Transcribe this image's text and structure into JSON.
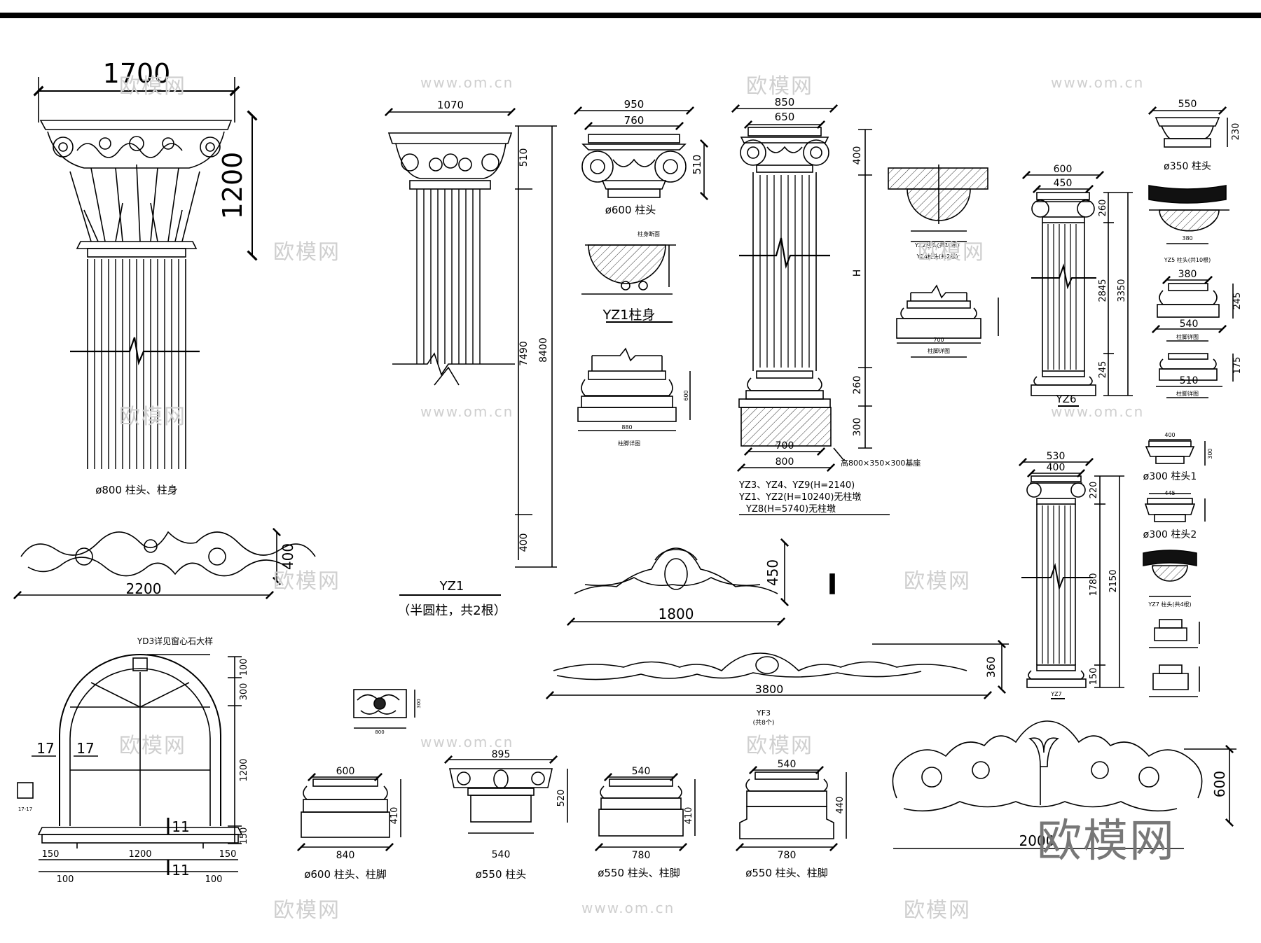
{
  "drawing": {
    "capital_800": {
      "dim_width": "1700",
      "dim_height": "1200",
      "caption": "ø800 柱头、柱身"
    },
    "frieze_2200": {
      "dim_width": "2200",
      "dim_height": "400"
    },
    "yz1": {
      "dim_top": "1070",
      "dim_cap": "510",
      "dim_shaft": "7490",
      "dim_total": "8400",
      "dim_base": "400",
      "title": "YZ1",
      "subtitle": "（半圆柱，共2根）"
    },
    "capital_600": {
      "dim_outer": "950",
      "dim_inner": "760",
      "dim_height": "510",
      "caption": "ø600 柱头"
    },
    "yz1_shaft": {
      "caption": "YZ1柱身",
      "tiny_note": "柱身断面"
    },
    "base_880": {
      "dim_width": "880",
      "dim_height": "600",
      "caption": "柱脚详图"
    },
    "column_main": {
      "dim_outer": "850",
      "dim_inner": "650",
      "dim_cap": "400",
      "dim_h": "H",
      "dim_b1": "260",
      "dim_b2": "300",
      "dim_w1": "700",
      "dim_w2": "800",
      "plinth_note": "高800×350×300基座",
      "note1": "YZ3、YZ4、YZ9(H=2140)",
      "note2": "YZ1、YZ2(H=10240)无柱墩",
      "note3": "YZ8(H=5740)无柱墩"
    },
    "yz2_section": {
      "caption1": "YZ2柱头(共10根)",
      "caption2": "YZ4柱头(共2根)"
    },
    "yz2_base": {
      "dim_width": "700",
      "caption": "柱脚详图"
    },
    "yz6": {
      "dim_outer": "600",
      "dim_inner": "450",
      "dim_cap": "260",
      "dim_mid": "2845",
      "dim_total": "3350",
      "dim_base": "245",
      "title": "YZ6"
    },
    "capital_350": {
      "dim_width": "550",
      "dim_height": "230",
      "caption": "ø350 柱头",
      "section_caption": "YZ5 柱头(共10根)",
      "dim_section": "380"
    },
    "base_540": {
      "dim_w1": "380",
      "dim_w2": "540",
      "dim_h": "245",
      "caption": "柱脚详图"
    },
    "base_510": {
      "dim_w": "510",
      "dim_h": "175",
      "caption": "柱脚详图"
    },
    "yz7": {
      "dim_outer": "530",
      "dim_inner": "400",
      "dim_cap": "220",
      "dim_mid": "1780",
      "dim_total": "2150",
      "dim_base": "150",
      "title": "YZ7"
    },
    "capital_300": {
      "cap1": "ø300 柱头1",
      "cap2": "ø300 柱头2",
      "dim1": "400",
      "dim2": "445",
      "h": "300",
      "sect_caption": "YZ7 柱头(共4根)"
    },
    "keystone_450": {
      "dim_width": "1800",
      "dim_height": "450"
    },
    "yf3": {
      "dim_width": "3800",
      "dim_height": "360",
      "title": "YF3",
      "subtitle": "(共8个)"
    },
    "window": {
      "title": "YD3详见窗心石大样",
      "d100": "100",
      "d300": "300",
      "d1200h": "1200",
      "d150h": "150",
      "d150a": "150",
      "d1200": "1200",
      "d150b": "150",
      "d100a": "100",
      "d100b": "100",
      "sec17a": "17",
      "sec17b": "17",
      "sec11a": "11",
      "sec11b": "11",
      "side_note": "17-17"
    },
    "small_orn": {
      "w": "800",
      "h": "300"
    },
    "base_840": {
      "top": "600",
      "bot": "840",
      "h": "410",
      "caption": "ø600 柱头、柱脚"
    },
    "cap_895": {
      "top": "895",
      "bot": "540",
      "h": "520",
      "caption": "ø550 柱头"
    },
    "base_780a": {
      "top": "540",
      "bot": "780",
      "h": "410",
      "caption": "ø550 柱头、柱脚"
    },
    "base_780b": {
      "top": "540",
      "bot": "780",
      "h": "440",
      "caption": "ø550 柱头、柱脚"
    },
    "big_orn": {
      "w": "2000",
      "h": "600"
    }
  },
  "watermarks": {
    "brand": "欧模网",
    "url": "www.om.cn"
  },
  "colors": {
    "ink": "#000000",
    "watermark": "#cfcfcf",
    "hatch": "#333333"
  }
}
